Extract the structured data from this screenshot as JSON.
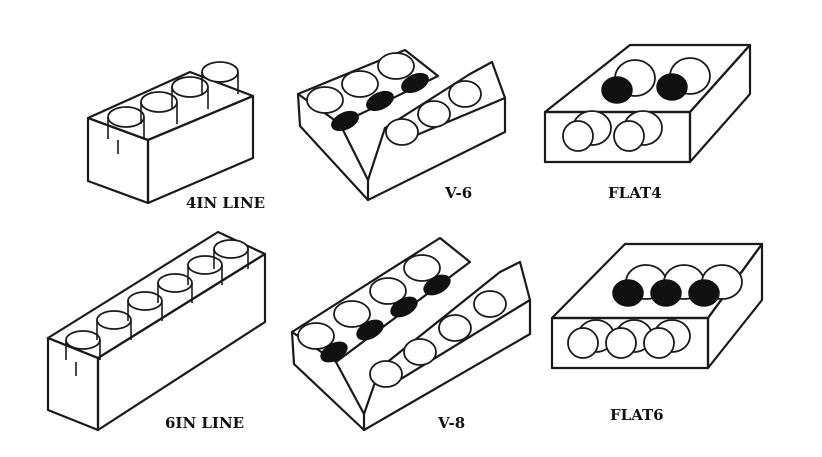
{
  "figure": {
    "labels": {
      "inline4": "4IN LINE",
      "v6": "V-6",
      "flat4": "FLAT4",
      "inline6": "6IN LINE",
      "v8": "V-8",
      "flat6": "FLAT6"
    }
  },
  "colors": {
    "ink": "#1a1a1a",
    "fill": "#ffffff",
    "piston_dark": "#111111"
  }
}
